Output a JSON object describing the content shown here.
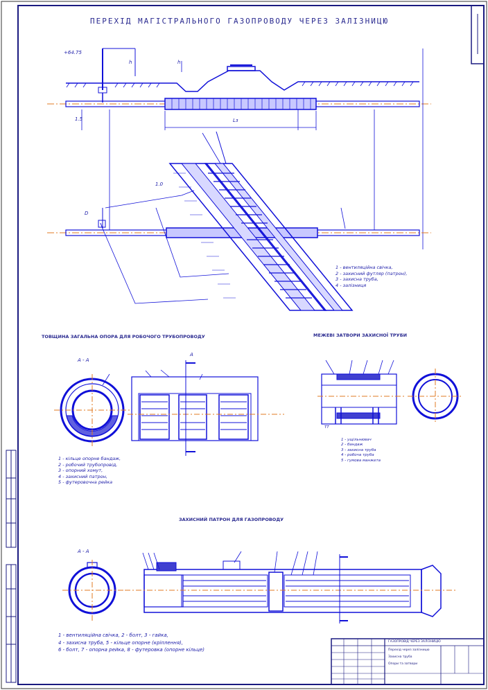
{
  "drawing": {
    "title": "ПЕРЕХІД МАГІСТРАЛЬНОГО ГАЗОПРОВОДУ ЧЕРЕЗ ЗАЛІЗНИЦЮ",
    "section_support": "ТОВЩИНА ЗАГАЛЬНА ОПОРА ДЛЯ РОБОЧОГО ТРУБОПРОВОДУ",
    "section_seal": "МЕЖЕВІ ЗАТВОРИ ЗАХИСНОЇ ТРУБИ",
    "section_casing": "ЗАХИСНИЙ ПАТРОН ДЛЯ ГАЗОПРОВОДУ"
  },
  "plan_legend": [
    "1 - вентиляційна свічка,",
    "2 - захисний футляр (патрон),",
    "3 - захисна труба,",
    "4 - залізниця"
  ],
  "support_legend": [
    "1 - кільце опорне бандаж,",
    "2 - робочий трубопровід,",
    "3 - опорний хомут,",
    "4 - захисний патрон,",
    "5 - футеровочна рейка"
  ],
  "seal_legend": [
    "1 - ущільнювач",
    "2 - бандаж",
    "3 - захисна труба",
    "4 - робоча труба",
    "5 - гумова манжета"
  ],
  "casing_legend": [
    "1 - вентиляційна свічка,  2 - болт,  3 - гайка,",
    "4 - захисна труба,  5 - кільце опорне (кріплення),",
    "6 - болт,  7 - опорна рейка,  8 - футеровка (опорне кільце)"
  ],
  "labels": {
    "aa1": "А - А",
    "aa2": "А - А",
    "a_mark": "А",
    "dim_len": "Lз",
    "dim_h1": "h",
    "dim_h2": "h",
    "elev1": "+64.75",
    "elev2": "1.5",
    "dim_plan": "1.0",
    "d_pipe": "D",
    "tt": "ТТ"
  },
  "stamp": {
    "title": "ГАЗОПРОВІД ЧЕРЕЗ ЗАЛІЗНИЦЮ",
    "line2": "Перехід через залізницю",
    "line3": "Захисна труба",
    "line4": "Опори та затвори"
  },
  "colors": {
    "line": "#1010d8",
    "frame": "#1a1a80",
    "axis": "#e07820",
    "text": "#1a1aa8"
  }
}
